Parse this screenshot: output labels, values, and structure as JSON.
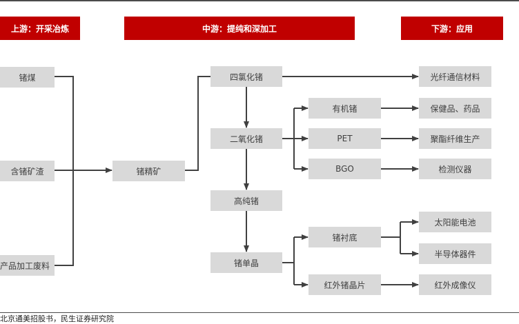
{
  "headers": {
    "upstream": "上游：开采冶炼",
    "midstream": "中游：提纯和深加工",
    "downstream": "下游：应用"
  },
  "upstream": {
    "sources": [
      "锗煤",
      "含锗矿渣",
      "产品加工废料"
    ],
    "concentrate": "锗精矿"
  },
  "midstream": {
    "chain": [
      "四氯化锗",
      "二氧化锗",
      "高纯锗",
      "锗单晶"
    ],
    "dioxide_products": [
      "有机锗",
      "PET",
      "BGO"
    ],
    "crystal_products": [
      "锗衬底",
      "红外锗晶片"
    ]
  },
  "downstream": {
    "fiber": "光纤通信材料",
    "health": "保健品、药品",
    "polyester": "聚酯纤维生产",
    "instruments": "检测仪器",
    "solar": "太阳能电池",
    "semiconductor": "半导体器件",
    "infrared": "红外成像仪"
  },
  "source_note": "北京通美招股书，民生证券研究院",
  "colors": {
    "header_bg": "#c00000",
    "box_bg": "#d9d9d9",
    "line": "#404040"
  }
}
